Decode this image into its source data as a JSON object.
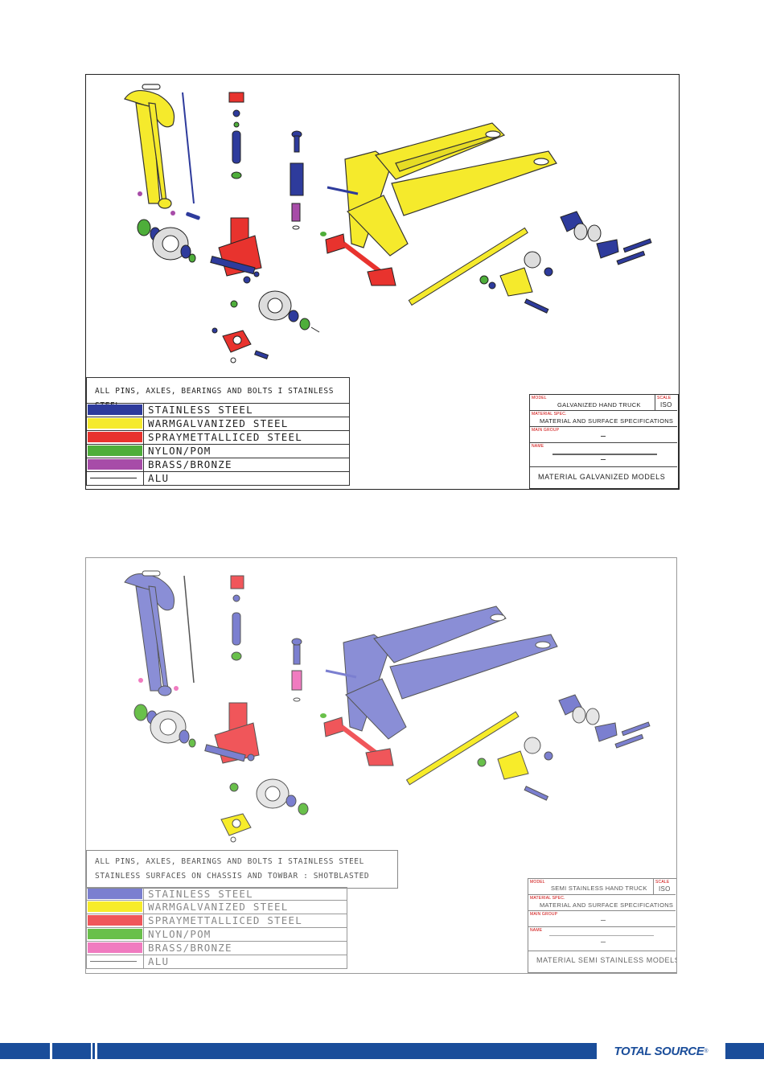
{
  "colors": {
    "stainless": "#2e3b9c",
    "galvanized": "#f5ea2c",
    "spraymetal": "#e8332e",
    "nylon": "#4eae3a",
    "brass": "#a74ca8",
    "brand_blue": "#1a4d9a",
    "stainless_light": "#7b7fd0",
    "galvanized_light": "#f7ec2a",
    "spraymetal_light": "#f0565a",
    "nylon_light": "#69c04a",
    "brass_light": "#f07bc0"
  },
  "drawing1": {
    "note": "ALL PINS, AXLES, BEARINGS AND BOLTS I STAINLESS STEEL",
    "legend": [
      {
        "label": "STAINLESS STEEL",
        "color": "stainless"
      },
      {
        "label": "WARMGALVANIZED STEEL",
        "color": "galvanized"
      },
      {
        "label": "SPRAYMETTALLICED STEEL",
        "color": "spraymetal"
      },
      {
        "label": "NYLON/POM",
        "color": "nylon"
      },
      {
        "label": "BRASS/BRONZE",
        "color": "brass"
      },
      {
        "label": "ALU",
        "color": "line"
      }
    ],
    "title_block": {
      "model_tag": "MODEL",
      "model": "GALVANIZED HAND TRUCK",
      "scale_tag": "SCALE",
      "scale": "ISO",
      "material_tag": "MATERIAL SPEC.",
      "material": "MATERIAL AND SURFACE SPECIFICATIONS",
      "group_tag": "MAIN GROUP",
      "name_tag": "NAME",
      "footer": "MATERIAL GALVANIZED MODELS"
    }
  },
  "drawing2": {
    "note_line1": "ALL PINS, AXLES, BEARINGS AND BOLTS I STAINLESS STEEL",
    "note_line2": "STAINLESS SURFACES ON CHASSIS AND TOWBAR : SHOTBLASTED",
    "legend": [
      {
        "label": "STAINLESS STEEL",
        "color": "stainless_light"
      },
      {
        "label": "WARMGALVANIZED STEEL",
        "color": "galvanized_light"
      },
      {
        "label": "SPRAYMETTALLICED STEEL",
        "color": "spraymetal_light"
      },
      {
        "label": "NYLON/POM",
        "color": "nylon_light"
      },
      {
        "label": "BRASS/BRONZE",
        "color": "brass_light"
      },
      {
        "label": "ALU",
        "color": "line"
      }
    ],
    "title_block": {
      "model_tag": "MODEL",
      "model": "SEMI STAINLESS HAND TRUCK",
      "scale_tag": "SCALE",
      "scale": "ISO",
      "material_tag": "MATERIAL SPEC.",
      "material": "MATERIAL AND SURFACE SPECIFICATIONS",
      "group_tag": "MAIN GROUP",
      "name_tag": "NAME",
      "footer": "MATERIAL SEMI STAINLESS MODELS"
    }
  },
  "footer": {
    "logo": "TOTAL SOURCE",
    "trademark": "®"
  }
}
